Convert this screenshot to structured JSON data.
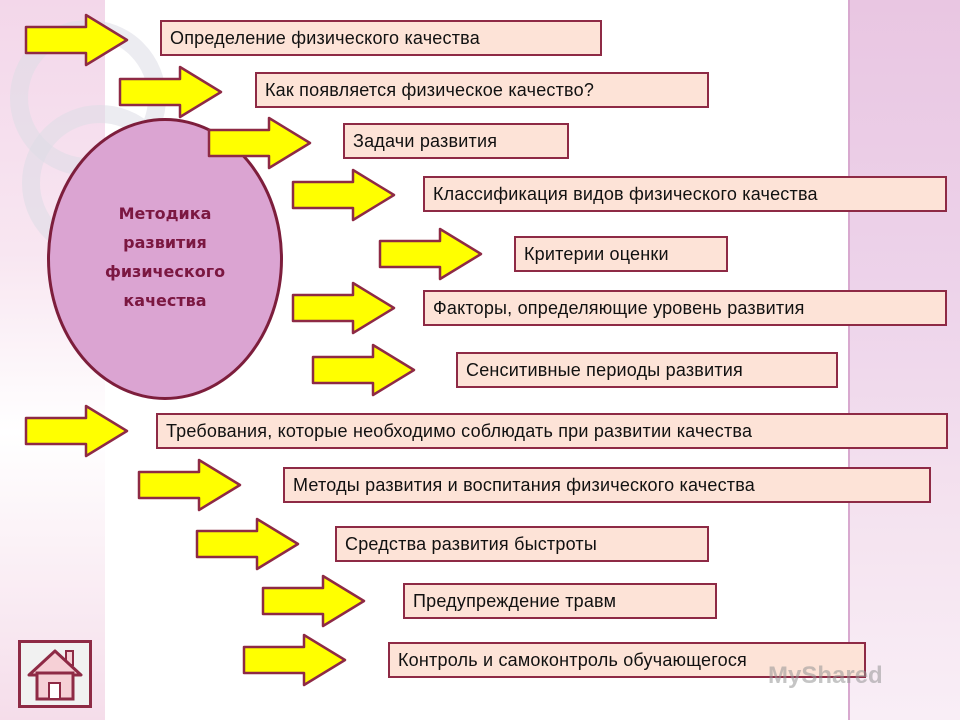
{
  "center": {
    "label": "Методика\nразвития\nфизического\nкачества"
  },
  "items": [
    "Определение физического качества",
    "Как появляется физическое качество?",
    "Задачи развития",
    "Классификация видов физического качества",
    "Критерии оценки",
    "Факторы, определяющие уровень развития",
    "Сенситивные периоды развития",
    "Требования, которые необходимо соблюдать при развитии качества",
    "Методы развития и воспитания физического качества",
    "Средства развития быстроты",
    "Предупреждение травм",
    "Контроль и самоконтроль обучающегося"
  ],
  "watermark": "MyShared",
  "colors": {
    "arrow_fill": "#ffff00",
    "arrow_stroke": "#8e2a45",
    "box_fill": "#fde3d7",
    "oval_fill": "#dba4d2"
  },
  "icons": {
    "nav": "home-icon"
  }
}
